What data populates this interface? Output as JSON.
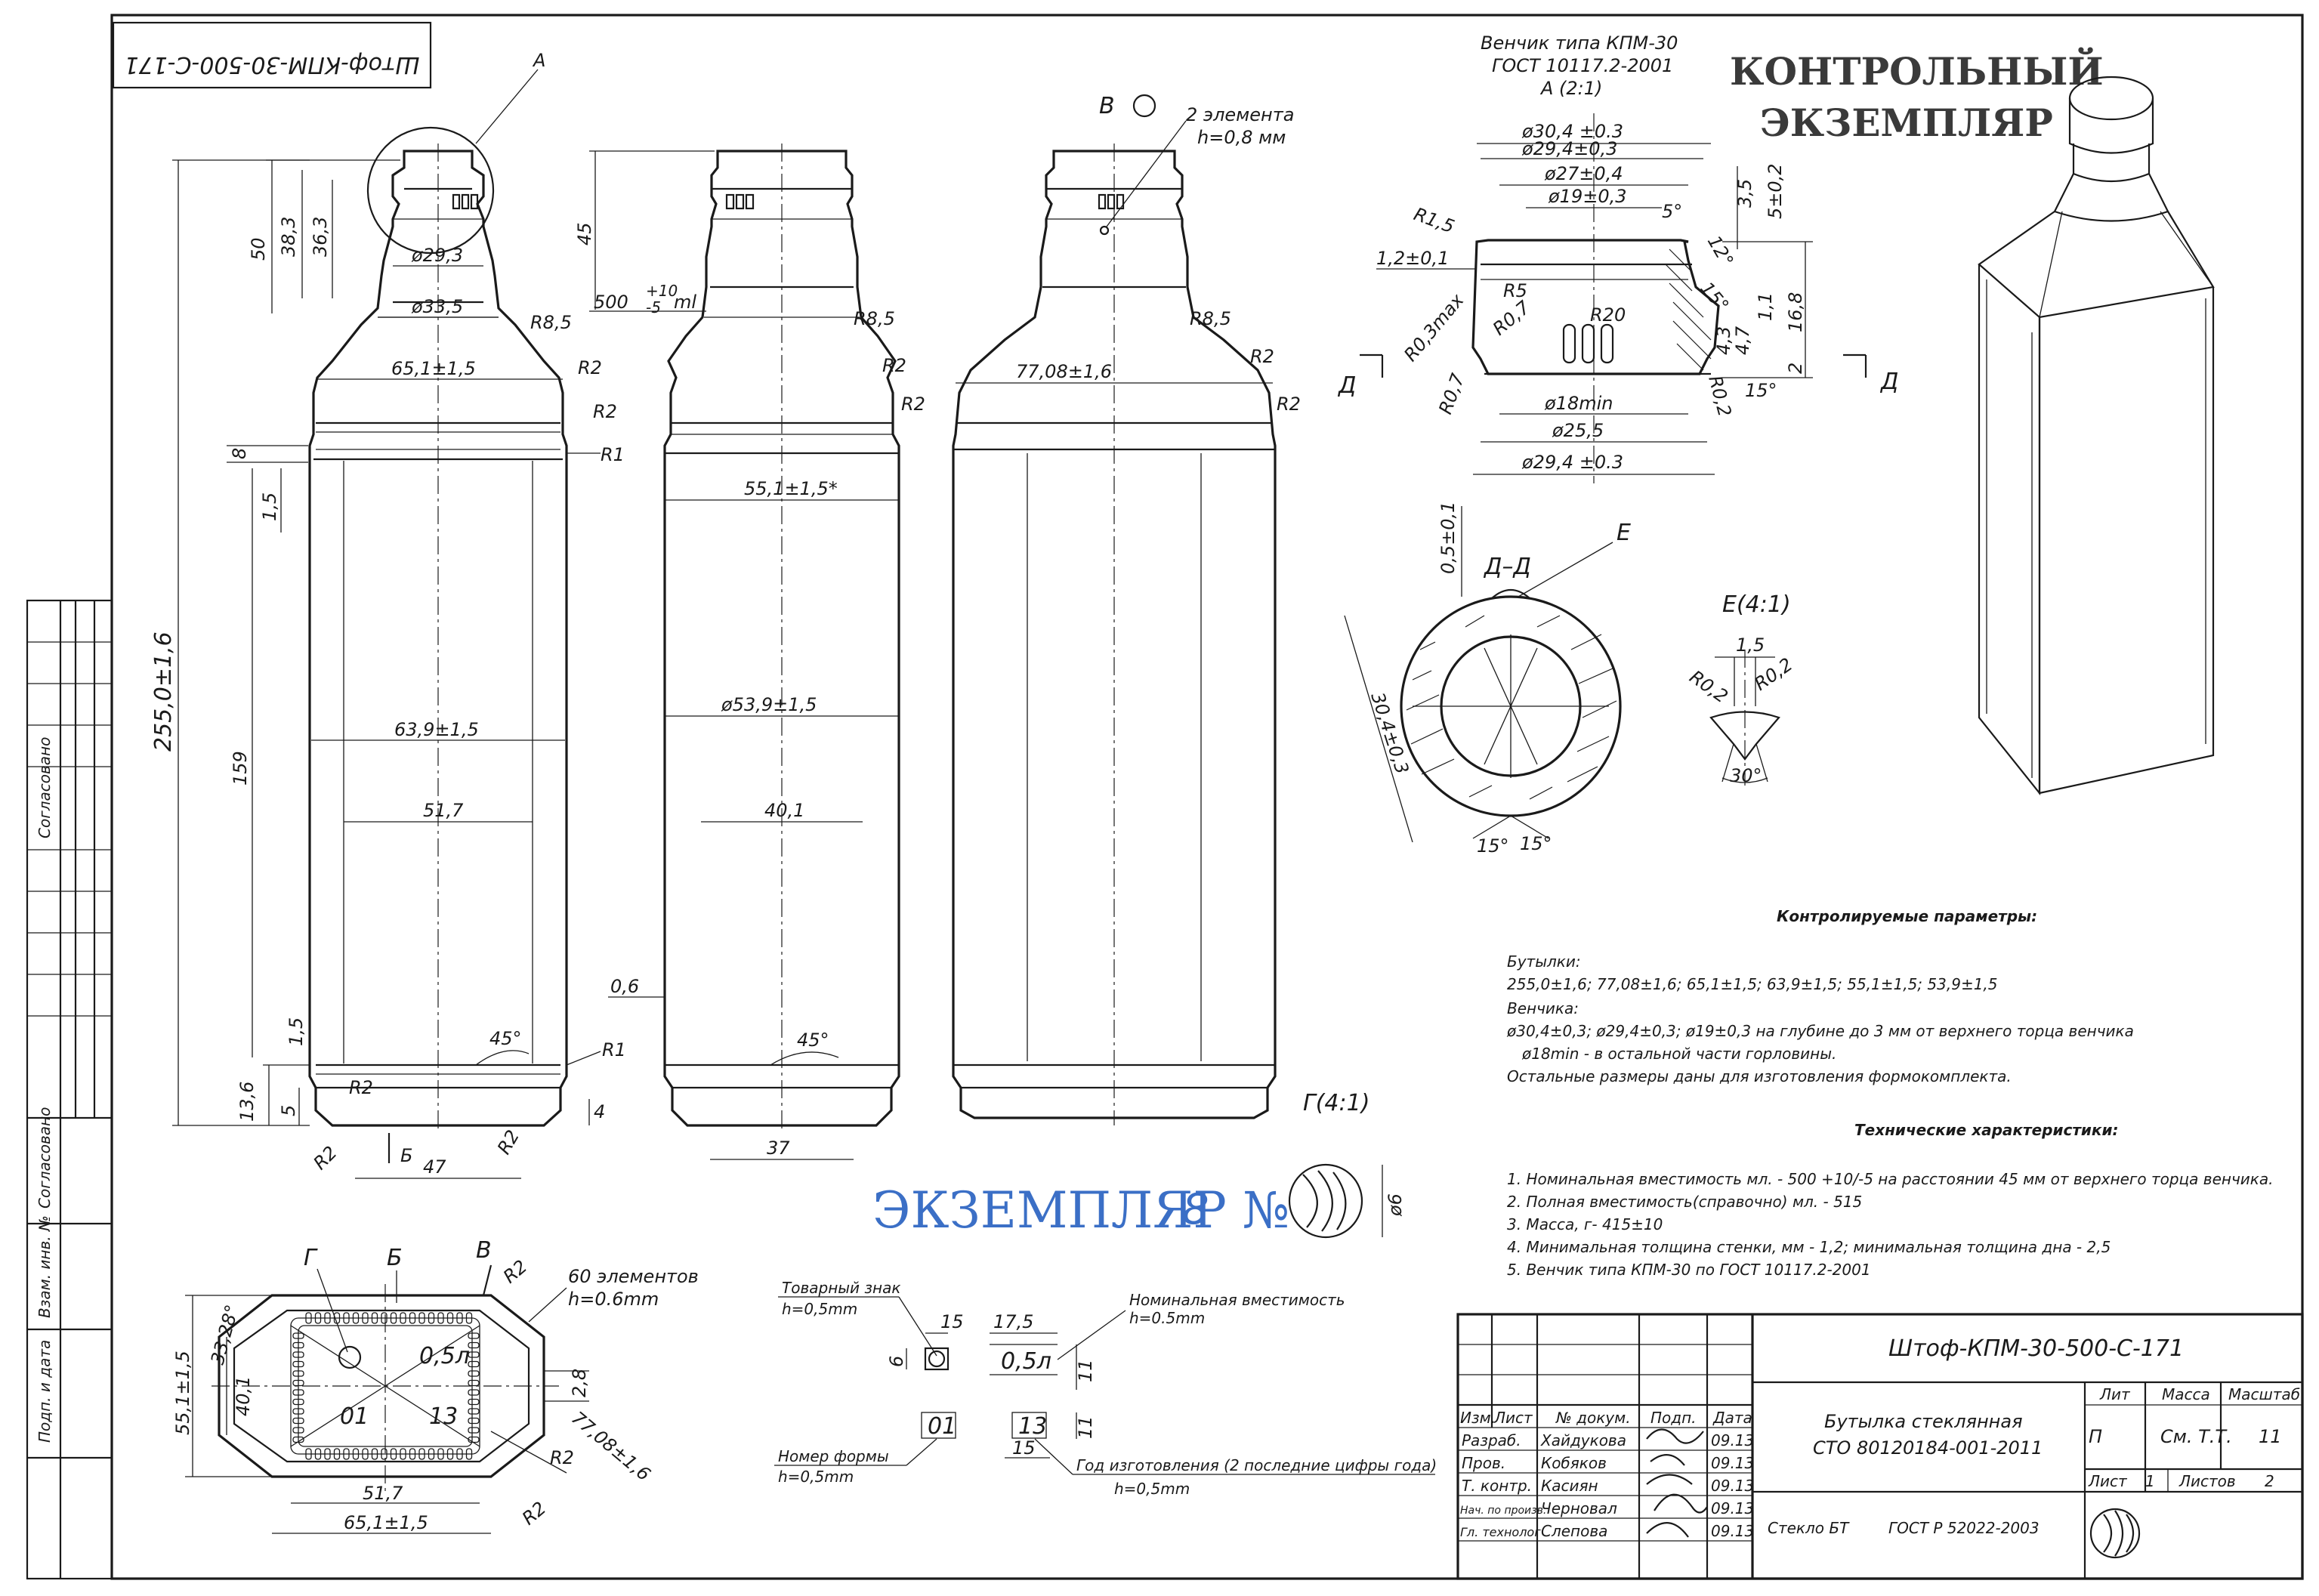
{
  "drawing": {
    "corner_code": "Штоф-КПМ-30-500-С-171",
    "stamp_control": [
      "КОНТРОЛЬНЫЙ",
      "ЭКЗЕМПЛЯР"
    ],
    "stamp_copy": "ЭКЗЕМПЛЯР №",
    "stamp_copy_num": "8",
    "finish_header": [
      "Венчик типа КПМ-30",
      "ГОСТ 10117.2-2001",
      "А (2:1)"
    ]
  },
  "side_strip": {
    "labels": [
      "Согласовано",
      "Согласовано",
      "Взам. инв. №",
      "Подп. и дата"
    ]
  },
  "front_view": {
    "callout": "А",
    "dims": {
      "h50": "50",
      "h383": "38,3",
      "h363": "36,3",
      "d293": "ø29,3",
      "d335": "ø33,5",
      "r85": "R8,5",
      "r2a": "R2",
      "r2b": "R2",
      "r1top": "R1",
      "w651": "65,1±1,5",
      "h8": "8",
      "h15a": "1,5",
      "h2550": "255,0±1,6",
      "h159": "159",
      "w639": "63,9±1,5",
      "w517": "51,7",
      "h15b": "1,5",
      "a45": "45°",
      "r1bot": "R1",
      "h136": "13,6",
      "h5": "5",
      "h4": "4",
      "r2c": "R2",
      "r2d": "R2",
      "r2e": "R2",
      "sec": "Б",
      "w47": "47"
    }
  },
  "side_view": {
    "dims": {
      "h45": "45",
      "vol": "500",
      "vol_tol_up": "+10",
      "vol_tol_dn": "-5",
      "vol_unit": "ml",
      "r85": "R8,5",
      "r2a": "R2",
      "r2b": "R2",
      "w551": "55,1±1,5*",
      "d539": "ø53,9±1,5",
      "w401": "40,1",
      "h06": "0,6",
      "a45": "45°",
      "w37": "37"
    }
  },
  "diag_view": {
    "label_v": "В",
    "elements": "2 элемента",
    "elements_h": "h=0,8 мм",
    "dims": {
      "r85": "R8,5",
      "r2a": "R2",
      "r2b": "R2",
      "w7708": "77,08±1,6"
    }
  },
  "finish_detail": {
    "dims": {
      "d304": "ø30,4 ±0.3",
      "d294": "ø29,4±0,3",
      "d27": "ø27±0,4",
      "d19": "ø19±0,3",
      "r15": "R1,5",
      "a5": "5°",
      "a12": "12°",
      "a15": "15°",
      "h35": "3,5",
      "h5": "5±0,2",
      "h12": "1,2±0,1",
      "r5": "R5",
      "r03": "R0,3max",
      "r07a": "R0,7",
      "r20": "R20",
      "h11": "1,1",
      "h168": "16,8",
      "h47": "4,7",
      "h43": "4,3",
      "h2": "2",
      "r07b": "R0,7",
      "r02": "R0,2",
      "a15b": "15°",
      "d18": "ø18min",
      "d255": "ø25,5",
      "d294b": "ø29,4 ±0.3",
      "sec_l": "Д",
      "sec_r": "Д"
    }
  },
  "section_dd": {
    "title": "Д–Д",
    "callout": "Е",
    "dims": {
      "t05": "0,5±0,1",
      "d304": "30,4±0,3",
      "a15a": "15°",
      "a15b": "15°"
    }
  },
  "detail_e": {
    "title": "Е(4:1)",
    "dims": {
      "w15": "1,5",
      "r02a": "R0,2",
      "r02b": "R0,2",
      "a30": "30°"
    }
  },
  "detail_g": {
    "title": "Г(4:1)",
    "d6": "ø6"
  },
  "bottom_view": {
    "labels": {
      "g": "Г",
      "b": "Б",
      "v": "В"
    },
    "dims": {
      "elem": "60 элементов",
      "elem_h": "h=0.6mm",
      "h551": "55,1±1,5",
      "a3328": "33,28°",
      "h401": "40,1",
      "r2a": "R2",
      "r2b": "R2",
      "r2c": "R2",
      "h28": "2,8",
      "w517": "51,7",
      "w651": "65,1±1,5",
      "d7708": "77,08±1,6"
    },
    "marks": {
      "vol": "0,5л",
      "form": "01",
      "year": "13"
    }
  },
  "marking": {
    "trademark": "Товарный знак",
    "trademark_h": "h=0,5mm",
    "nominal": "Номинальная вместимость",
    "nominal_h": "h=0.5mm",
    "form": "Номер формы",
    "form_h": "h=0,5mm",
    "year": "Год изготовления (2 последние цифры года)",
    "year_h": "h=0,5mm",
    "w15a": "15",
    "w175": "17,5",
    "h6": "6",
    "h11a": "11",
    "h11b": "11",
    "w15b": "15",
    "vol": "0,5л",
    "form_num": "01",
    "year_num": "13"
  },
  "notes": {
    "heading": "Контролируемые параметры:",
    "lines": [
      "Бутылки:",
      "255,0±1,6;  77,08±1,6;  65,1±1,5;  63,9±1,5;  55,1±1,5;  53,9±1,5",
      "Венчика:",
      "ø30,4±0,3;  ø29,4±0,3;  ø19±0,3 на глубине до 3 мм от верхнего торца венчика",
      "ø18min - в остальной части горловины.",
      "Остальные размеры даны для изготовления формокомплекта."
    ],
    "tech_heading": "Технические характеристики:",
    "tech": [
      "1. Номинальная вместимость мл. - 500 +10/-5 на расстоянии 45 мм от верхнего торца венчика.",
      "2. Полная вместимость(справочно) мл. - 515",
      "3. Масса, г- 415±10",
      "4. Минимальная толщина стенки, мм - 1,2; минимальная толщина дна - 2,5",
      "5.  Венчик типа КПМ-30 по ГОСТ 10117.2-2001"
    ]
  },
  "title_block": {
    "designation": "Штоф-КПМ-30-500-С-171",
    "name_1": "Бутылка стеклянная",
    "name_2": "СТО 80120184-001-2011",
    "material_1": "Стекло БТ",
    "material_2": "ГОСТ Р 52022-2003",
    "cols": [
      "Изм.",
      "Лист",
      "№ докум.",
      "Подп.",
      "Дата"
    ],
    "rows": [
      {
        "role": "Разраб.",
        "name": "Хайдукова",
        "date": "09.13"
      },
      {
        "role": "Пров.",
        "name": "Кобяков",
        "date": "09.13"
      },
      {
        "role": "Т. контр.",
        "name": "Касиян",
        "date": "09.13"
      },
      {
        "role": "Нач. по произв.",
        "name": "Черновал",
        "date": "09.13"
      },
      {
        "role": "Гл. технолог",
        "name": "Слепова",
        "date": "09.13"
      }
    ],
    "lit_h": "Лит",
    "mass_h": "Масса",
    "scale_h": "Масштаб",
    "lit": "П",
    "mass": "См. Т.Т.",
    "scale": "11",
    "sheet_l": "Лист",
    "sheet": "1",
    "sheets_l": "Листов",
    "sheets": "2"
  }
}
